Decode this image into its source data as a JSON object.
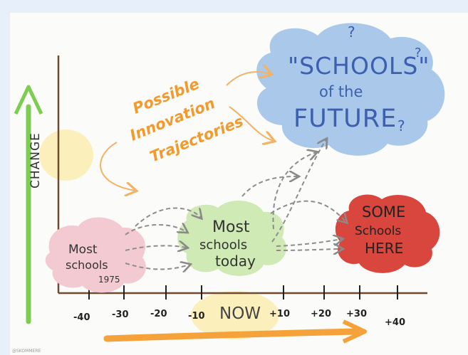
{
  "axis": {
    "y_label": "CHANGE",
    "ticks": [
      "-40",
      "-30",
      "-20",
      "-10",
      "NOW",
      "+10",
      "+20",
      "+30",
      "+40"
    ]
  },
  "annotation": {
    "line1": "Possible",
    "line2": "Innovation",
    "line3": "Trajectories"
  },
  "clouds": {
    "schools_1975": {
      "line1": "Most",
      "line2": "schools",
      "line3": "1975"
    },
    "schools_today": {
      "line1": "Most",
      "line2": "schools",
      "line3": "today"
    },
    "some_schools": {
      "line1": "SOME",
      "line2": "Schools",
      "line3": "HERE"
    },
    "future": {
      "line1": "\"SCHOOLS\"",
      "line2": "of the",
      "line3": "FUTURE"
    }
  },
  "question_mark": "?",
  "credit": "@SKOMMERE",
  "colors": {
    "pink": "#f3c9d2",
    "green": "#cfeab4",
    "red": "#d8463d",
    "blue": "#a9c8ea",
    "orange": "#f0a53a",
    "yellow": "#fbeeb4"
  }
}
